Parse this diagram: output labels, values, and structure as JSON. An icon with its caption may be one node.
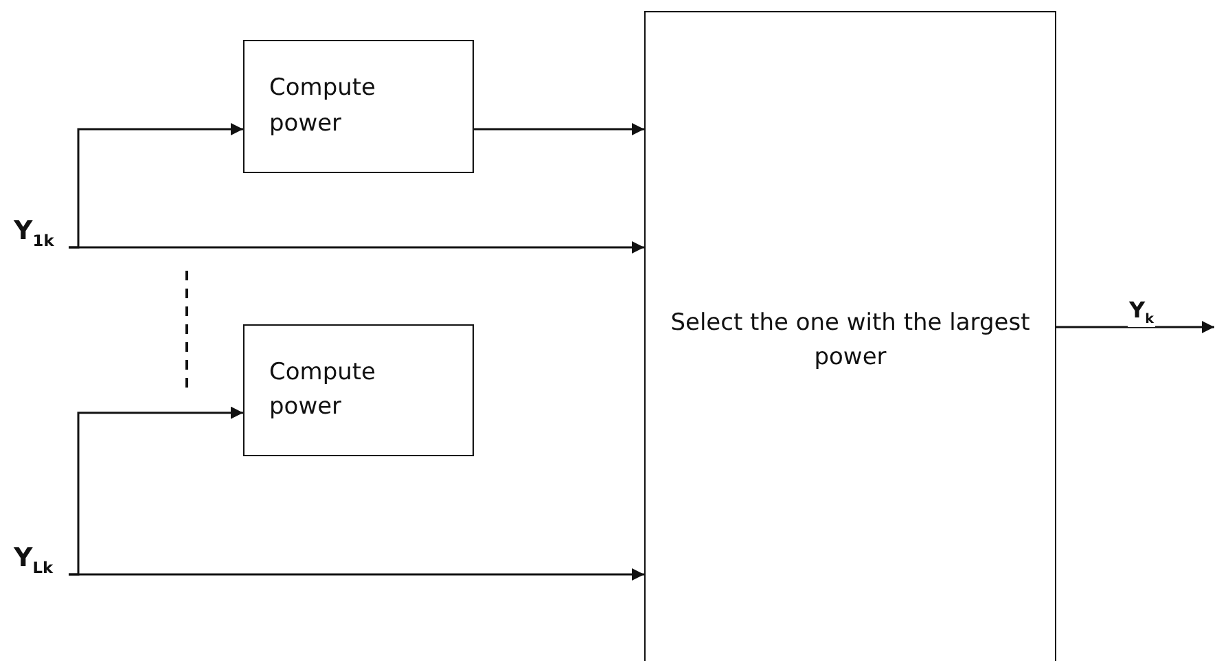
{
  "diagram": {
    "nodes": [
      {
        "text": [
          "Y$_{1k}$"
        ]
      },
      {
        "text": [
          "Compute power"
        ]
      },
      {
        "text": [
          "Compute power"
        ]
      },
      {
        "text": [
          "Y$_{Lk}$"
        ]
      },
      {
        "text": [
          "Select the one with the largest power"
        ]
      }
    ],
    "edges": [
      {
        "from": 0,
        "to": 1,
        "arrow": "to"
      },
      {
        "from": 0,
        "to": 4,
        "arrow": "to"
      },
      {
        "from": 1,
        "to": 4,
        "arrow": "to"
      },
      {
        "from": 3,
        "to": 2,
        "arrow": "to"
      },
      {
        "from": 3,
        "to": 4,
        "arrow": "to"
      },
      {
        "from": 4,
        "to": null,
        "arrow": "to",
        "label": "Y$_{k}$"
      }
    ]
  }
}
